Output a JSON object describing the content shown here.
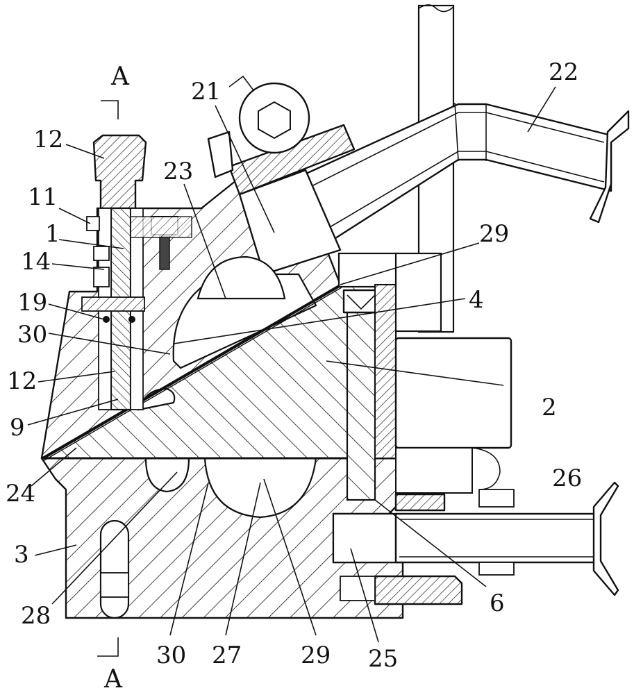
{
  "figure": {
    "section_label_top": "A",
    "section_label_bottom": "A",
    "callouts": [
      {
        "id": "c12a",
        "text": "12"
      },
      {
        "id": "c11",
        "text": "11"
      },
      {
        "id": "c1",
        "text": "1"
      },
      {
        "id": "c14",
        "text": "14"
      },
      {
        "id": "c19",
        "text": "19"
      },
      {
        "id": "c30a",
        "text": "30"
      },
      {
        "id": "c12b",
        "text": "12"
      },
      {
        "id": "c9",
        "text": "9"
      },
      {
        "id": "c24",
        "text": "24"
      },
      {
        "id": "c3",
        "text": "3"
      },
      {
        "id": "c28",
        "text": "28"
      },
      {
        "id": "c30b",
        "text": "30"
      },
      {
        "id": "c27",
        "text": "27"
      },
      {
        "id": "c29b",
        "text": "29"
      },
      {
        "id": "c25",
        "text": "25"
      },
      {
        "id": "c6",
        "text": "6"
      },
      {
        "id": "c26",
        "text": "26"
      },
      {
        "id": "c2",
        "text": "2"
      },
      {
        "id": "c4",
        "text": "4"
      },
      {
        "id": "c29a",
        "text": "29"
      },
      {
        "id": "c23",
        "text": "23"
      },
      {
        "id": "c21",
        "text": "21"
      },
      {
        "id": "c22",
        "text": "22"
      }
    ]
  }
}
